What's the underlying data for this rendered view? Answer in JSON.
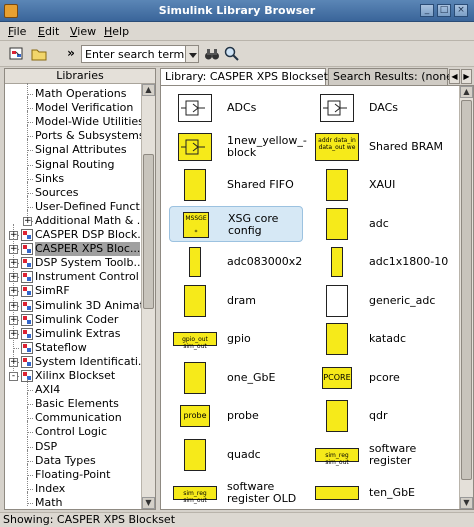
{
  "window": {
    "title": "Simulink Library Browser"
  },
  "menu": [
    {
      "label": "File",
      "key": "F",
      "rest": "ile"
    },
    {
      "label": "Edit",
      "key": "E",
      "rest": "dit"
    },
    {
      "label": "View",
      "key": "V",
      "rest": "iew"
    },
    {
      "label": "Help",
      "key": "H",
      "rest": "elp"
    }
  ],
  "toolbar": {
    "overflow_label": "»",
    "search_value": "Enter search term"
  },
  "left_panel": {
    "header": "Libraries",
    "tree": [
      {
        "label": "Math Operations",
        "level": 2
      },
      {
        "label": "Model Verification",
        "level": 2
      },
      {
        "label": "Model-Wide Utilities",
        "level": 2
      },
      {
        "label": "Ports & Subsystems",
        "level": 2
      },
      {
        "label": "Signal Attributes",
        "level": 2
      },
      {
        "label": "Signal Routing",
        "level": 2
      },
      {
        "label": "Sinks",
        "level": 2
      },
      {
        "label": "Sources",
        "level": 2
      },
      {
        "label": "User-Defined Funct...",
        "level": 2
      },
      {
        "label": "Additional Math & ...",
        "level": 2,
        "expander": "+"
      },
      {
        "label": "CASPER DSP Block...",
        "level": 1,
        "expander": "+",
        "icon": true
      },
      {
        "label": "CASPER XPS Bloc...",
        "level": 1,
        "expander": "+",
        "icon": true,
        "selected": true
      },
      {
        "label": "DSP System Toolb...",
        "level": 1,
        "expander": "+",
        "icon": true
      },
      {
        "label": "Instrument Control ...",
        "level": 1,
        "expander": "+",
        "icon": true
      },
      {
        "label": "SimRF",
        "level": 1,
        "expander": "+",
        "icon": true
      },
      {
        "label": "Simulink 3D Animat...",
        "level": 1,
        "expander": "+",
        "icon": true
      },
      {
        "label": "Simulink Coder",
        "level": 1,
        "expander": "+",
        "icon": true
      },
      {
        "label": "Simulink Extras",
        "level": 1,
        "expander": "+",
        "icon": true
      },
      {
        "label": "Stateflow",
        "level": 1,
        "expander": "",
        "icon": true
      },
      {
        "label": "System Identificati...",
        "level": 1,
        "expander": "+",
        "icon": true
      },
      {
        "label": "Xilinx Blockset",
        "level": 1,
        "expander": "-",
        "icon": true
      },
      {
        "label": "AXI4",
        "level": 2
      },
      {
        "label": "Basic Elements",
        "level": 2
      },
      {
        "label": "Communication",
        "level": 2
      },
      {
        "label": "Control Logic",
        "level": 2
      },
      {
        "label": "DSP",
        "level": 2
      },
      {
        "label": "Data Types",
        "level": 2
      },
      {
        "label": "Floating-Point",
        "level": 2
      },
      {
        "label": "Index",
        "level": 2
      },
      {
        "label": "Math",
        "level": 2
      }
    ]
  },
  "tabs": [
    {
      "label": "Library: CASPER XPS Blockset",
      "active": true
    },
    {
      "label": "Search Results: (none)",
      "active": false
    }
  ],
  "blocks": [
    {
      "name": "ADCs",
      "lines": [
        "ADCs"
      ],
      "style": "white-sub"
    },
    {
      "name": "DACs",
      "lines": [
        "DACs"
      ],
      "style": "white-sub"
    },
    {
      "name": "1new_yellow_-block",
      "lines": [
        "1new_yellow_-",
        "block"
      ],
      "style": "yellow-sub"
    },
    {
      "name": "Shared BRAM",
      "lines": [
        "Shared BRAM"
      ],
      "style": "yellow-wide",
      "icon_text": "addr data_in data_out we"
    },
    {
      "name": "Shared FIFO",
      "lines": [
        "Shared FIFO"
      ],
      "style": "yellow-tall"
    },
    {
      "name": "XAUI",
      "lines": [
        "XAUI"
      ],
      "style": "yellow-tall"
    },
    {
      "name": "XSG core config",
      "lines": [
        "XSG core",
        "config"
      ],
      "style": "yellow-msg",
      "icon_text": "MSSGE",
      "highlight": true
    },
    {
      "name": "adc",
      "lines": [
        "adc"
      ],
      "style": "yellow-tall"
    },
    {
      "name": "adc083000x2",
      "lines": [
        "adc083000x2"
      ],
      "style": "yellow-thin"
    },
    {
      "name": "adc1x1800-10",
      "lines": [
        "adc1x1800-10"
      ],
      "style": "yellow-thin"
    },
    {
      "name": "dram",
      "lines": [
        "dram"
      ],
      "style": "yellow-tall"
    },
    {
      "name": "generic_adc",
      "lines": [
        "generic_adc"
      ],
      "style": "white-tall"
    },
    {
      "name": "gpio",
      "lines": [
        "gpio"
      ],
      "style": "yellow-flat",
      "icon_text": "gpio_out  sim_out"
    },
    {
      "name": "katadc",
      "lines": [
        "katadc"
      ],
      "style": "yellow-tall"
    },
    {
      "name": "one_GbE",
      "lines": [
        "one_GbE"
      ],
      "style": "yellow-tall"
    },
    {
      "name": "pcore",
      "lines": [
        "pcore"
      ],
      "style": "yellow-label",
      "icon_text": "PCORE"
    },
    {
      "name": "probe",
      "lines": [
        "probe"
      ],
      "style": "yellow-label",
      "icon_text": "probe"
    },
    {
      "name": "qdr",
      "lines": [
        "qdr"
      ],
      "style": "yellow-tall"
    },
    {
      "name": "quadc",
      "lines": [
        "quadc"
      ],
      "style": "yellow-tall"
    },
    {
      "name": "software register",
      "lines": [
        "software",
        "register"
      ],
      "style": "yellow-flat",
      "icon_text": "sim_reg  sim_out"
    },
    {
      "name": "software register OLD",
      "lines": [
        "software",
        "register OLD"
      ],
      "style": "yellow-flat",
      "icon_text": "sim_reg  sim_out"
    },
    {
      "name": "ten_GbE",
      "lines": [
        "ten_GbE"
      ],
      "style": "yellow-flat"
    }
  ],
  "status": {
    "text": "Showing: CASPER XPS Blockset"
  },
  "colors": {
    "titlebar": "#3a659a",
    "block_fill": "#f6ea1a",
    "selection": "#a0a0a0",
    "highlight": "#d6e8f5"
  }
}
